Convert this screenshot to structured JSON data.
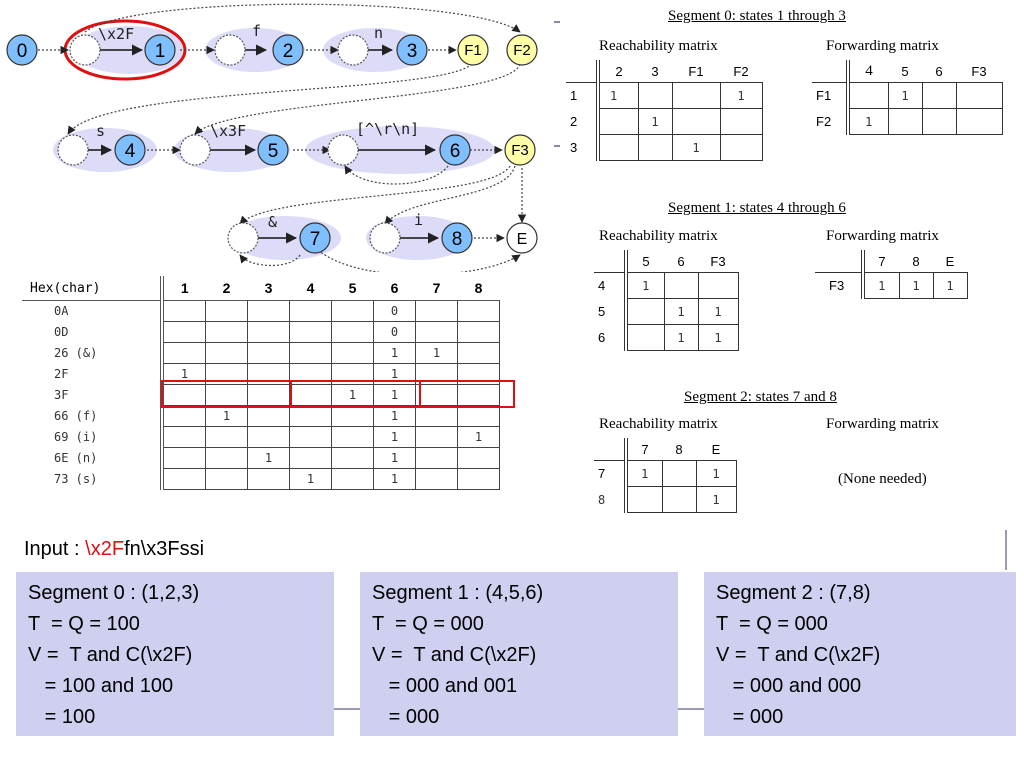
{
  "nfa": {
    "nodes": {
      "n0": "0",
      "n1": "1",
      "n2": "2",
      "n3": "3",
      "f1": "F1",
      "f2": "F2",
      "n4": "4",
      "n5": "5",
      "n6": "6",
      "f3": "F3",
      "n7": "7",
      "n8": "8",
      "e": "E"
    },
    "labels": {
      "x2f": "\\x2F",
      "f": "f",
      "n": "n",
      "s": "s",
      "x3f": "\\x3F",
      "notcrlf": "[^\\r\\n]",
      "amp": "&",
      "i": "i"
    }
  },
  "char_table": {
    "corner": "Hex(char)",
    "columns": [
      "1",
      "2",
      "3",
      "4",
      "5",
      "6",
      "7",
      "8"
    ],
    "rows": [
      {
        "label": "0A",
        "cells": [
          "",
          "",
          "",
          "",
          "",
          "0",
          "",
          ""
        ]
      },
      {
        "label": "0D",
        "cells": [
          "",
          "",
          "",
          "",
          "",
          "0",
          "",
          ""
        ]
      },
      {
        "label": "26 (&)",
        "cells": [
          "",
          "",
          "",
          "",
          "",
          "1",
          "1",
          ""
        ]
      },
      {
        "label": "2F",
        "cells": [
          "1",
          "",
          "",
          "",
          "",
          "1",
          "",
          ""
        ]
      },
      {
        "label": "3F",
        "cells": [
          "",
          "",
          "",
          "",
          "1",
          "1",
          "",
          ""
        ]
      },
      {
        "label": "66 (f)",
        "cells": [
          "",
          "1",
          "",
          "",
          "",
          "1",
          "",
          ""
        ]
      },
      {
        "label": "69 (i)",
        "cells": [
          "",
          "",
          "",
          "",
          "",
          "1",
          "",
          "1"
        ]
      },
      {
        "label": "6E (n)",
        "cells": [
          "",
          "",
          "1",
          "",
          "",
          "1",
          "",
          ""
        ]
      },
      {
        "label": "73 (s)",
        "cells": [
          "",
          "",
          "",
          "1",
          "",
          "1",
          "",
          ""
        ]
      }
    ]
  },
  "segments": [
    {
      "title": "Segment 0: states 1 through 3",
      "reach_label": "Reachability matrix",
      "fwd_label": "Forwarding matrix",
      "reach": {
        "cols": [
          "2",
          "3",
          "F1",
          "F2"
        ],
        "rows": [
          {
            "label": "1",
            "cells": [
              "1",
              "",
              "",
              "1"
            ]
          },
          {
            "label": "2",
            "cells": [
              "",
              "1",
              "",
              ""
            ]
          },
          {
            "label": "3",
            "cells": [
              "",
              "",
              "1",
              ""
            ]
          }
        ]
      },
      "fwd": {
        "cols": [
          "4",
          "5",
          "6",
          "F3"
        ],
        "rows": [
          {
            "label": "F1",
            "cells": [
              "",
              "1",
              "",
              ""
            ]
          },
          {
            "label": "F2",
            "cells": [
              "1",
              "",
              "",
              ""
            ]
          }
        ]
      }
    },
    {
      "title": "Segment 1: states 4 through 6",
      "reach_label": "Reachability matrix",
      "fwd_label": "Forwarding matrix",
      "reach": {
        "cols": [
          "5",
          "6",
          "F3"
        ],
        "rows": [
          {
            "label": "4",
            "cells": [
              "1",
              "",
              ""
            ]
          },
          {
            "label": "5",
            "cells": [
              "",
              "1",
              "1"
            ]
          },
          {
            "label": "6",
            "cells": [
              "",
              "1",
              "1"
            ]
          }
        ]
      },
      "fwd": {
        "cols": [
          "7",
          "8",
          "E"
        ],
        "rows": [
          {
            "label": "F3",
            "cells": [
              "1",
              "1",
              "1"
            ]
          }
        ]
      }
    },
    {
      "title": "Segment 2: states 7 and 8",
      "reach_label": "Reachability matrix",
      "fwd_label": "Forwarding matrix",
      "none_needed": "(None needed)",
      "reach": {
        "cols": [
          "7",
          "8",
          "E"
        ],
        "rows": [
          {
            "label": "7",
            "cells": [
              "1",
              "",
              "1"
            ]
          },
          {
            "label": "8",
            "cells": [
              "",
              "",
              "1"
            ]
          }
        ]
      }
    }
  ],
  "input": {
    "prefix": "Input : ",
    "highlight": "\\x2F",
    "rest": "fn\\x3Fssi"
  },
  "boxes": [
    {
      "lines": [
        "Segment 0 : (1,2,3)",
        "T  = Q = 100",
        "V =  T and C(\\x2F)",
        "   = 100 and 100",
        "   = 100"
      ]
    },
    {
      "lines": [
        "Segment 1 : (4,5,6)",
        "T  = Q = 000",
        "V =  T and C(\\x2F)",
        "   = 000 and 001",
        "   = 000"
      ]
    },
    {
      "lines": [
        "Segment 2 : (7,8)",
        "T  = Q = 000",
        "V =  T and C(\\x2F)",
        "   = 000 and 000",
        "   = 000"
      ]
    }
  ],
  "colors": {
    "accent_state": "#7fbfff",
    "final_state": "#ffffa8",
    "highlight": "#e01010",
    "box_fill": "#cfcff0",
    "segment_band": "#dcdcf8"
  }
}
